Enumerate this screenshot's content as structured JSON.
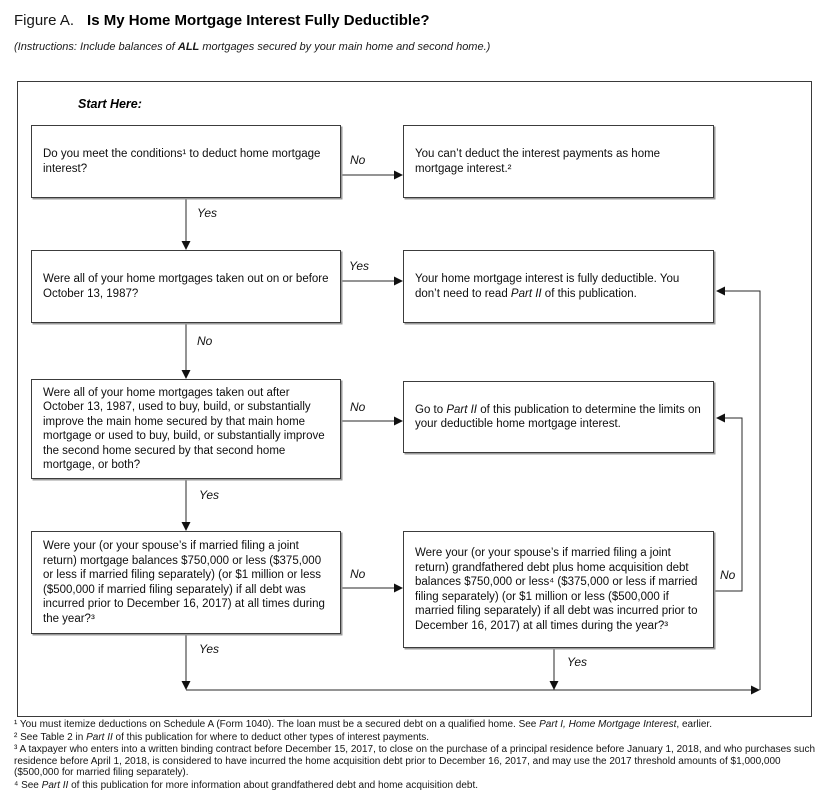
{
  "header": {
    "figure_label": "Figure A.",
    "title": "Is My Home Mortgage Interest Fully Deductible?",
    "instructions_pre": "(Instructions: Include balances of ",
    "instructions_bold": "ALL",
    "instructions_post": " mortgages secured by your main home and second home.)"
  },
  "flowchart": {
    "start_label": "Start Here:",
    "boxes": {
      "q_conditions": {
        "text": "Do you meet the conditions¹ to deduct home mortgage interest?"
      },
      "r_cant_deduct": {
        "text": "You can’t deduct the interest payments as home mortgage interest.²"
      },
      "q_before_1987": {
        "text": "Were all of your home mortgages taken out on or before October 13, 1987?"
      },
      "r_fully_deductible": {
        "pre": "Your home mortgage interest is fully deductible. You don’t need to read ",
        "italic": "Part II",
        "post": " of this publication."
      },
      "q_buy_build": {
        "text": "Were all of your home mortgages taken out after October 13, 1987, used to buy, build, or substantially improve the main home secured by that main home mortgage or used to buy, build, or substantially improve the second home secured by that second home mortgage, or both?"
      },
      "r_go_part2": {
        "pre": "Go to ",
        "italic": "Part II",
        "post": " of this publication to determine the limits on your deductible home mortgage interest."
      },
      "q_balances": {
        "text": "Were your (or your spouse’s if married filing a joint return) mortgage balances $750,000 or less ($375,000 or less if married filing separately) (or $1 million or less ($500,000 if married filing separately) if all debt was incurred prior to December 16, 2017) at all times during the year?³"
      },
      "q_grandfathered": {
        "text": "Were your (or your spouse’s if married filing a joint return) grandfathered debt plus home acquisition debt balances $750,000 or less⁴ ($375,000 or less if married filing separately) (or $1 million or less ($500,000 if married filing separately) if all debt was incurred prior to December 16, 2017) at all times during the year?³"
      }
    },
    "labels": {
      "no1": "No",
      "yes1": "Yes",
      "yes2": "Yes",
      "no2": "No",
      "no3": "No",
      "yes3": "Yes",
      "no4": "No",
      "yes4": "Yes",
      "no5": "No",
      "yes5": "Yes"
    }
  },
  "footnotes": [
    {
      "pre": "¹ You must itemize deductions on Schedule A (Form 1040). The loan must be a secured debt on a qualified home. See ",
      "italic": "Part I, Home Mortgage Interest",
      "post": ", earlier."
    },
    {
      "pre": "² See Table 2 in ",
      "italic": "Part II",
      "post": " of this publication for where to deduct other types of interest payments."
    },
    {
      "pre": "³ A taxpayer who enters into a written binding contract before December 15, 2017, to close on the purchase of a principal residence before January 1, 2018, and who purchases such residence before April 1, 2018, is considered to have incurred the home acquisition debt prior to December 16, 2017, and may use the 2017 threshold amounts of $1,000,000 ($500,000 for married filing separately).",
      "italic": "",
      "post": ""
    },
    {
      "pre": "⁴ See ",
      "italic": "Part II",
      "post": " of this publication for more information about grandfathered debt and home acquisition debt."
    }
  ]
}
